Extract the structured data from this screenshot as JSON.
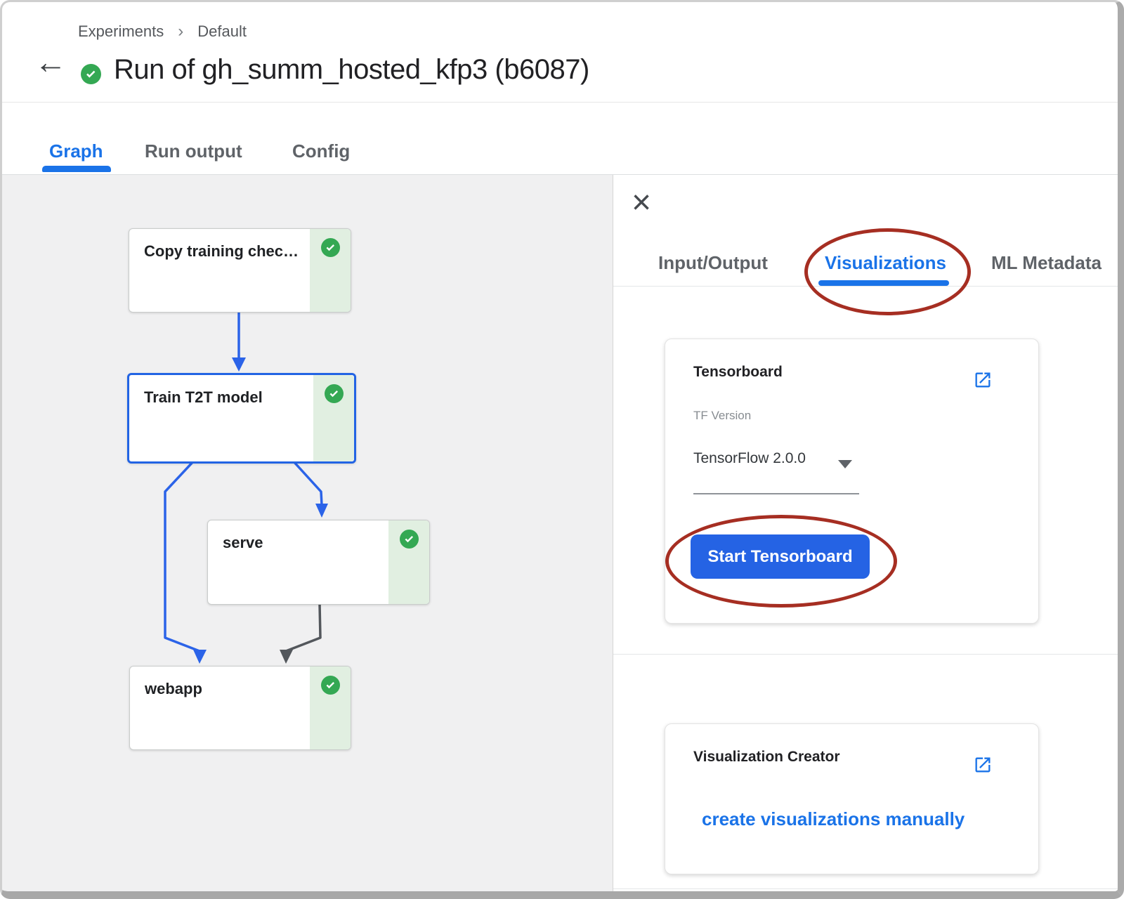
{
  "colors": {
    "accent": "#1a73e8",
    "button_blue": "#2563e4",
    "node_selected": "#2264e4",
    "edge_blue": "#2b63e8",
    "edge_dark": "#53575c",
    "success_green": "#34a853",
    "success_bg": "#e1efe1",
    "annotation_red": "#a62e22"
  },
  "icons": {
    "back": "←",
    "breadcrumb_separator": "›",
    "close": "×"
  },
  "breadcrumb": {
    "experiments": "Experiments",
    "default_item": "Default"
  },
  "header": {
    "title": "Run of gh_summ_hosted_kfp3 (b6087)"
  },
  "main_tabs": {
    "graph": "Graph",
    "run_output": "Run output",
    "config": "Config"
  },
  "graph": {
    "nodes": [
      {
        "label": "Copy training chec…",
        "status": "success",
        "selected": false
      },
      {
        "label": "Train T2T model",
        "status": "success",
        "selected": true
      },
      {
        "label": "serve",
        "status": "success",
        "selected": false
      },
      {
        "label": "webapp",
        "status": "success",
        "selected": false
      }
    ]
  },
  "side_panel": {
    "tabs": {
      "input_output": "Input/Output",
      "visualizations": "Visualizations",
      "ml_metadata": "ML Metadata"
    },
    "tensorboard_card": {
      "title": "Tensorboard",
      "tf_version_label": "TF Version",
      "tf_version_value": "TensorFlow 2.0.0",
      "start_button": "Start Tensorboard"
    },
    "visualization_creator_card": {
      "title": "Visualization Creator",
      "link": "create visualizations manually"
    }
  }
}
